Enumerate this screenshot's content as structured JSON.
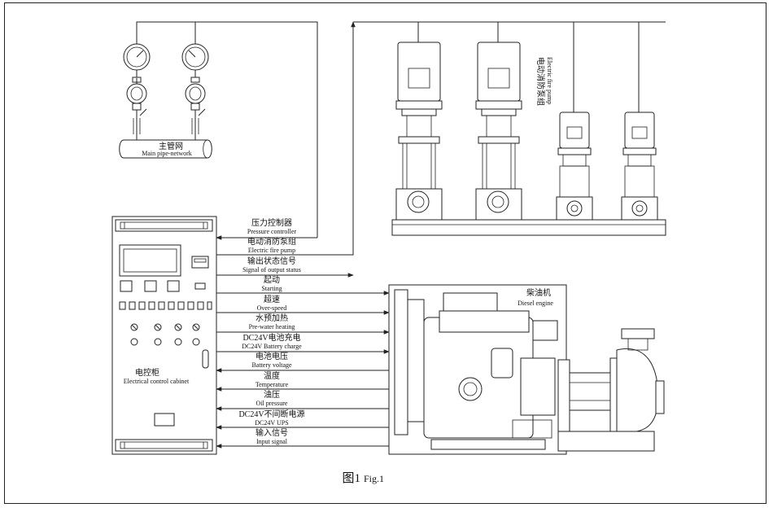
{
  "labels": {
    "main_pipe_cn": "主管网",
    "main_pipe_en": "Main pipe-network",
    "electric_pump_cn": "电动消防泵组",
    "electric_pump_en": "Electric fire pump",
    "cabinet_cn": "电控柜",
    "cabinet_en": "Electrical control cabinet",
    "diesel_cn": "柴油机",
    "diesel_en": "Diesel engine"
  },
  "signals": [
    {
      "cn": "压力控制器",
      "en": "Pressure controller"
    },
    {
      "cn": "电动消防泵组",
      "en": "Electric fire pump"
    },
    {
      "cn": "输出状态信号",
      "en": "Signal of output status"
    },
    {
      "cn": "起动",
      "en": "Starting"
    },
    {
      "cn": "超速",
      "en": "Over-speed"
    },
    {
      "cn": "水预加热",
      "en": "Pre-water heating"
    },
    {
      "cn": "DC24V电池充电",
      "en": "DC24V Battery charge"
    },
    {
      "cn": "电池电压",
      "en": "Battery voltage"
    },
    {
      "cn": "温度",
      "en": "Temperature"
    },
    {
      "cn": "油压",
      "en": "Oil pressure"
    },
    {
      "cn": "DC24V不间断电源",
      "en": "DC24V UPS"
    },
    {
      "cn": "输入信号",
      "en": "Input signal"
    }
  ],
  "caption": {
    "cn": "图1",
    "en": "Fig.1"
  }
}
